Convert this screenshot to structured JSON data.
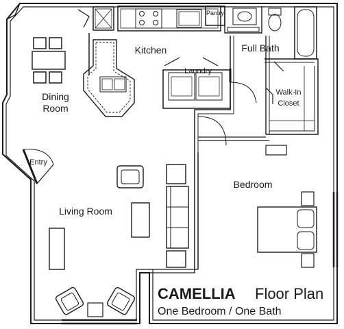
{
  "rooms": {
    "dining_line1": "Dining",
    "dining_line2": "Room",
    "kitchen": "Kitchen",
    "laundry": "Laundry",
    "pantry": "Pantry",
    "full_bath": "Full Bath",
    "walkin_line1": "Walk-In",
    "walkin_line2": "Closet",
    "entry": "Entry",
    "bedroom": "Bedroom",
    "living_room": "Living Room"
  },
  "title": {
    "name": "CAMELLIA",
    "suffix": "Floor Plan",
    "subtitle": "One Bedroom / One Bath"
  },
  "colors": {
    "ink": "#1a1a1a",
    "background": "#ffffff"
  }
}
